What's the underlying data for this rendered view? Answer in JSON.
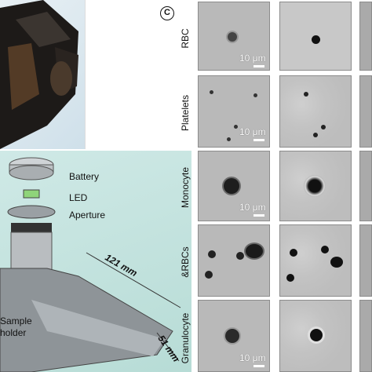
{
  "panel_letter": "C",
  "diagram_labels": {
    "battery": "Battery",
    "led": "LED",
    "aperture": "Aperture",
    "length_dim": "121 mm",
    "width_dim": "51 mm",
    "sample_holder": "Sample\nholder"
  },
  "rows": [
    {
      "label": "RBC",
      "scale": "10 μm"
    },
    {
      "label": "Platelets",
      "scale": "10 μm"
    },
    {
      "label": "Monocyte",
      "scale": "10 μm"
    },
    {
      "label": "&RBCs",
      "scale": ""
    },
    {
      "label": "Granulocyte",
      "scale": "10 μm"
    }
  ]
}
